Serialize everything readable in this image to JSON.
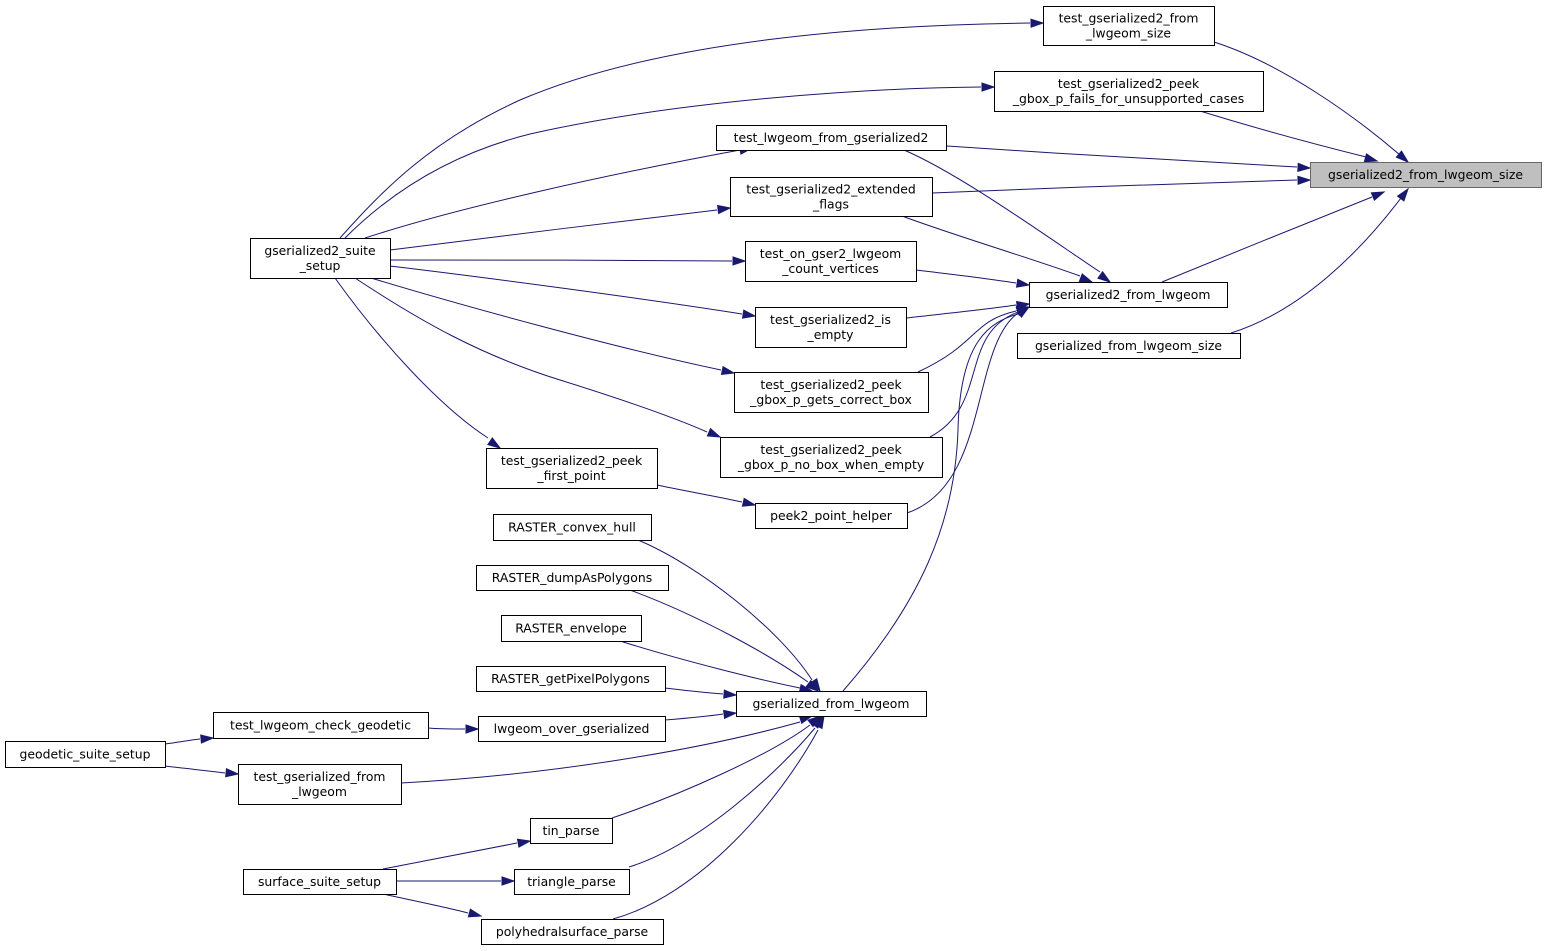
{
  "nodes": [
    {
      "id": "root",
      "lines": [
        "gserialized2_from_lwgeom_size"
      ],
      "highlighted": true
    },
    {
      "id": "t_g2_from_size",
      "lines": [
        "test_gserialized2_from",
        "_lwgeom_size"
      ]
    },
    {
      "id": "t_peek_fails",
      "lines": [
        "test_gserialized2_peek",
        "_gbox_p_fails_for_unsupported_cases"
      ]
    },
    {
      "id": "t_lwgeom_from_g2",
      "lines": [
        "test_lwgeom_from_gserialized2"
      ]
    },
    {
      "id": "t_ext_flags",
      "lines": [
        "test_gserialized2_extended",
        "_flags"
      ]
    },
    {
      "id": "g2_from_lwgeom",
      "lines": [
        "gserialized2_from_lwgeom"
      ]
    },
    {
      "id": "g_from_lwgeom_size",
      "lines": [
        "gserialized_from_lwgeom_size"
      ]
    },
    {
      "id": "suite_setup",
      "lines": [
        "gserialized2_suite",
        "_setup"
      ]
    },
    {
      "id": "t_count_vertices",
      "lines": [
        "test_on_gser2_lwgeom",
        "_count_vertices"
      ]
    },
    {
      "id": "t_is_empty",
      "lines": [
        "test_gserialized2_is",
        "_empty"
      ]
    },
    {
      "id": "t_peek_correct",
      "lines": [
        "test_gserialized2_peek",
        "_gbox_p_gets_correct_box"
      ]
    },
    {
      "id": "t_peek_no_box",
      "lines": [
        "test_gserialized2_peek",
        "_gbox_p_no_box_when_empty"
      ]
    },
    {
      "id": "t_peek_first_point",
      "lines": [
        "test_gserialized2_peek",
        "_first_point"
      ]
    },
    {
      "id": "peek2_helper",
      "lines": [
        "peek2_point_helper"
      ]
    },
    {
      "id": "r_convex",
      "lines": [
        "RASTER_convex_hull"
      ]
    },
    {
      "id": "r_dump",
      "lines": [
        "RASTER_dumpAsPolygons"
      ]
    },
    {
      "id": "r_envelope",
      "lines": [
        "RASTER_envelope"
      ]
    },
    {
      "id": "r_pixel",
      "lines": [
        "RASTER_getPixelPolygons"
      ]
    },
    {
      "id": "g_from_lwgeom",
      "lines": [
        "gserialized_from_lwgeom"
      ]
    },
    {
      "id": "t_check_geodetic",
      "lines": [
        "test_lwgeom_check_geodetic"
      ]
    },
    {
      "id": "lwgeom_over_g",
      "lines": [
        "lwgeom_over_gserialized"
      ]
    },
    {
      "id": "geodetic_setup",
      "lines": [
        "geodetic_suite_setup"
      ]
    },
    {
      "id": "t_g_from_lwgeom",
      "lines": [
        "test_gserialized_from",
        "_lwgeom"
      ]
    },
    {
      "id": "tin_parse",
      "lines": [
        "tin_parse"
      ]
    },
    {
      "id": "surface_setup",
      "lines": [
        "surface_suite_setup"
      ]
    },
    {
      "id": "triangle_parse",
      "lines": [
        "triangle_parse"
      ]
    },
    {
      "id": "polyhedral_parse",
      "lines": [
        "polyhedralsurface_parse"
      ]
    }
  ],
  "edges": [
    {
      "from": "t_g2_from_size",
      "to": "root"
    },
    {
      "from": "t_peek_fails",
      "to": "root"
    },
    {
      "from": "t_lwgeom_from_g2",
      "to": "root"
    },
    {
      "from": "t_ext_flags",
      "to": "root"
    },
    {
      "from": "g2_from_lwgeom",
      "to": "root"
    },
    {
      "from": "g_from_lwgeom_size",
      "to": "root"
    },
    {
      "from": "suite_setup",
      "to": "t_g2_from_size"
    },
    {
      "from": "suite_setup",
      "to": "t_peek_fails"
    },
    {
      "from": "suite_setup",
      "to": "t_lwgeom_from_g2"
    },
    {
      "from": "suite_setup",
      "to": "t_ext_flags"
    },
    {
      "from": "suite_setup",
      "to": "t_count_vertices"
    },
    {
      "from": "suite_setup",
      "to": "t_is_empty"
    },
    {
      "from": "suite_setup",
      "to": "t_peek_correct"
    },
    {
      "from": "suite_setup",
      "to": "t_peek_no_box"
    },
    {
      "from": "suite_setup",
      "to": "t_peek_first_point"
    },
    {
      "from": "t_lwgeom_from_g2",
      "to": "g2_from_lwgeom"
    },
    {
      "from": "t_ext_flags",
      "to": "g2_from_lwgeom"
    },
    {
      "from": "t_count_vertices",
      "to": "g2_from_lwgeom"
    },
    {
      "from": "t_is_empty",
      "to": "g2_from_lwgeom"
    },
    {
      "from": "t_peek_correct",
      "to": "g2_from_lwgeom"
    },
    {
      "from": "t_peek_no_box",
      "to": "g2_from_lwgeom"
    },
    {
      "from": "peek2_helper",
      "to": "g2_from_lwgeom"
    },
    {
      "from": "g_from_lwgeom",
      "to": "g2_from_lwgeom"
    },
    {
      "from": "t_peek_first_point",
      "to": "peek2_helper"
    },
    {
      "from": "r_convex",
      "to": "g_from_lwgeom"
    },
    {
      "from": "r_dump",
      "to": "g_from_lwgeom"
    },
    {
      "from": "r_envelope",
      "to": "g_from_lwgeom"
    },
    {
      "from": "r_pixel",
      "to": "g_from_lwgeom"
    },
    {
      "from": "lwgeom_over_g",
      "to": "g_from_lwgeom"
    },
    {
      "from": "t_g_from_lwgeom",
      "to": "g_from_lwgeom"
    },
    {
      "from": "tin_parse",
      "to": "g_from_lwgeom"
    },
    {
      "from": "triangle_parse",
      "to": "g_from_lwgeom"
    },
    {
      "from": "polyhedral_parse",
      "to": "g_from_lwgeom"
    },
    {
      "from": "t_check_geodetic",
      "to": "lwgeom_over_g"
    },
    {
      "from": "geodetic_setup",
      "to": "t_check_geodetic"
    },
    {
      "from": "geodetic_setup",
      "to": "t_g_from_lwgeom"
    },
    {
      "from": "surface_setup",
      "to": "tin_parse"
    },
    {
      "from": "surface_setup",
      "to": "triangle_parse"
    },
    {
      "from": "surface_setup",
      "to": "polyhedral_parse"
    }
  ],
  "colors": {
    "edge": "#191970",
    "node_border": "#000000",
    "highlight_fill": "#bfbfbf",
    "highlight_border": "#666666"
  }
}
